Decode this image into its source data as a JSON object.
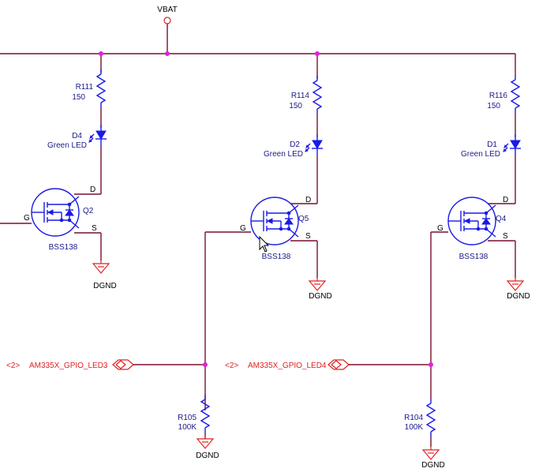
{
  "power_net": "VBAT",
  "ground_net": "DGND",
  "channels": [
    {
      "resistor": {
        "ref": "R111",
        "value": "150"
      },
      "led": {
        "ref": "D4",
        "value": "Green LED"
      },
      "fet": {
        "ref": "Q2",
        "part": "BSS138"
      }
    },
    {
      "resistor": {
        "ref": "R114",
        "value": "150"
      },
      "led": {
        "ref": "D2",
        "value": "Green LED"
      },
      "fet": {
        "ref": "Q5",
        "part": "BSS138"
      }
    },
    {
      "resistor": {
        "ref": "R116",
        "value": "150"
      },
      "led": {
        "ref": "D1",
        "value": "Green LED"
      },
      "fet": {
        "ref": "Q4",
        "part": "BSS138"
      }
    }
  ],
  "pin_labels": {
    "gate": "G",
    "drain": "D",
    "source": "S"
  },
  "ports": [
    {
      "sheet_ref": "<2>",
      "net": "AM335X_GPIO_LED3"
    },
    {
      "sheet_ref": "<2>",
      "net": "AM335X_GPIO_LED4"
    }
  ],
  "pulldowns": [
    {
      "ref": "R105",
      "value": "100K"
    },
    {
      "ref": "R104",
      "value": "100K"
    }
  ],
  "colors": {
    "wire": "#7a0f2e",
    "component": "#1a1ae6",
    "junction": "#e020e0",
    "port": "#e02020"
  }
}
